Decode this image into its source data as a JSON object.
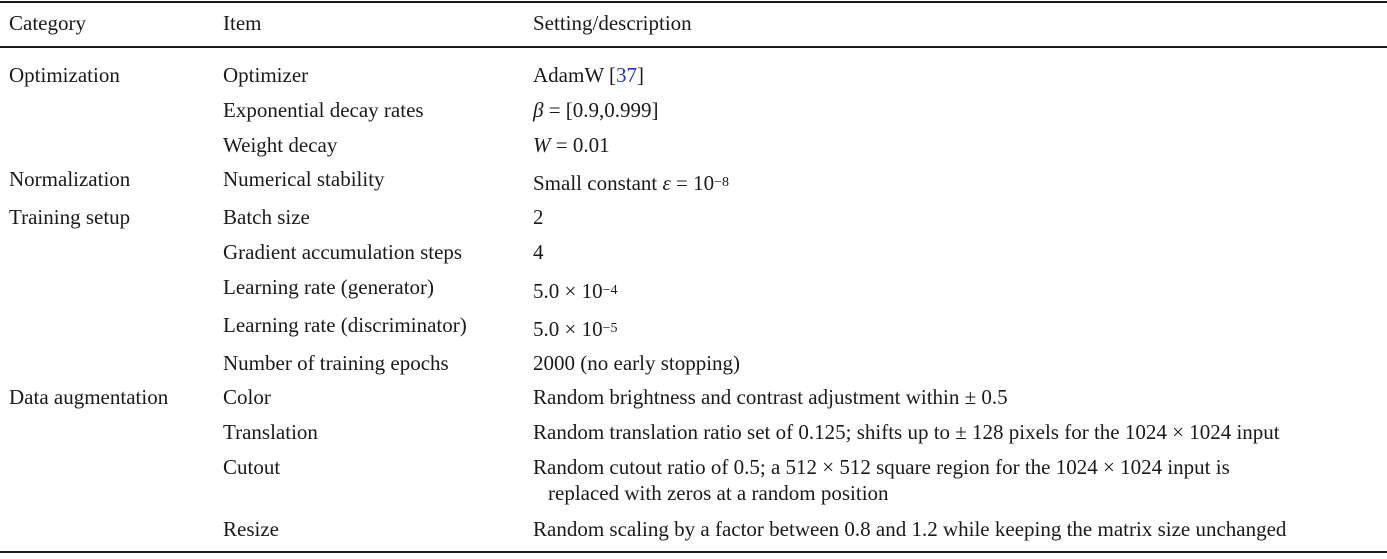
{
  "header": {
    "category": "Category",
    "item": "Item",
    "setting": "Setting/description"
  },
  "rows": [
    {
      "category": "Optimization",
      "item": "Optimizer",
      "setting_text": "AdamW [",
      "setting_ref": "37",
      "setting_close": "]"
    },
    {
      "category": "",
      "item": "Exponential decay rates",
      "setting_sym": "β",
      "setting_rest": " = [0.9,0.999]"
    },
    {
      "category": "",
      "item": "Weight decay",
      "setting_sym": "W",
      "setting_rest": " = 0.01"
    },
    {
      "category": "Normalization",
      "item": "Numerical stability",
      "setting_text": "Small constant ",
      "setting_sym": "ε",
      "setting_rest": " = 10",
      "setting_exp": "−8"
    },
    {
      "category": "Training setup",
      "item": "Batch size",
      "setting": "2"
    },
    {
      "category": "",
      "item": "Gradient accumulation steps",
      "setting": "4"
    },
    {
      "category": "",
      "item": "Learning rate (generator)",
      "setting_base": "5.0 × 10",
      "setting_exp": "−4"
    },
    {
      "category": "",
      "item": "Learning rate (discriminator)",
      "setting_base": "5.0 × 10",
      "setting_exp": "−5"
    },
    {
      "category": "",
      "item": "Number of training epochs",
      "setting": "2000 (no early stopping)"
    },
    {
      "category": "Data augmentation",
      "item": "Color",
      "setting": "Random brightness and contrast adjustment within ± 0.5"
    },
    {
      "category": "",
      "item": "Translation",
      "setting": "Random translation ratio set of 0.125; shifts up to ± 128 pixels for the 1024 × 1024 input"
    },
    {
      "category": "",
      "item": "Cutout",
      "setting_line1": "Random cutout ratio of 0.5; a 512 × 512 square region for the 1024 × 1024 input is",
      "setting_line2": "replaced with zeros at a random position"
    },
    {
      "category": "",
      "item": "Resize",
      "setting": "Random scaling by a factor between 0.8 and 1.2 while keeping the matrix size unchanged"
    }
  ]
}
